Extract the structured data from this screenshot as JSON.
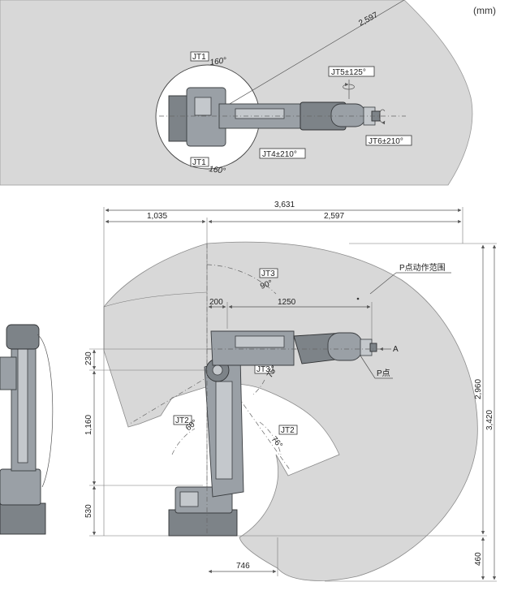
{
  "unit": "(mm)",
  "top_view": {
    "radius_label": "2,597",
    "jt1_label": "JT1",
    "jt1_top_angle": "160°",
    "jt1_bottom_angle": "160°",
    "jt4_label": "JT4±210°",
    "jt5_label": "JT5±125°",
    "jt6_label": "JT6±210°"
  },
  "side_view": {
    "width_total": "3,631",
    "width_rear": "1,035",
    "width_front": "2,597",
    "arm_offset": "200",
    "arm_length": "1250",
    "base_to_front": "746",
    "height_230": "230",
    "height_1160": "1,160",
    "height_530": "530",
    "height_2960": "2,960",
    "height_3420": "3,420",
    "height_460": "460",
    "jt3_label_top": "JT3",
    "jt3_angle_top": "90°",
    "jt3_label_mid": "JT3",
    "jt3_angle_mid": "75°",
    "jt2_label_left": "JT2",
    "jt2_angle_left": "60°",
    "jt2_label_right": "JT2",
    "jt2_angle_right": "76°",
    "work_envelope_label": "P点动作范围",
    "p_point_label": "P点",
    "view_a_label": "A"
  },
  "colors": {
    "envelope": "#d8d8d8",
    "arm": "#9aa0a6",
    "line": "#555555"
  }
}
